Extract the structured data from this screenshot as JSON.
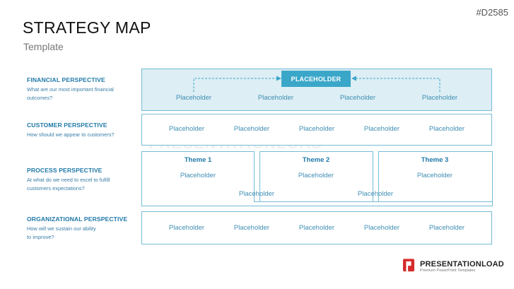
{
  "slide_id": "#D2585",
  "title": "STRATEGY MAP",
  "subtitle": "Template",
  "rows": {
    "financial": {
      "heading": "FINANCIAL PERSPECTIVE",
      "desc": [
        "What are our most important financial",
        "outcomes?"
      ]
    },
    "customer": {
      "heading": "CUSTOMER PERSPECTIVE",
      "desc": [
        "How should we appear to customers?"
      ]
    },
    "process": {
      "heading": "PROCESS PERSPECTIVE",
      "desc": [
        "At what do we need to excel to fulfill",
        "customers expectations?"
      ]
    },
    "organizational": {
      "heading": "ORGANIZATIONAL PERSPECTIVE",
      "desc": [
        "How will we sustain our ability",
        "to improve?"
      ]
    }
  },
  "financial_box": {
    "top_label": "PLACEHOLDER",
    "items": [
      "Placeholder",
      "Placeholder",
      "Placeholder",
      "Placeholder"
    ]
  },
  "customer_box": {
    "items": [
      "Placeholder",
      "Placeholder",
      "Placeholder",
      "Placeholder",
      "Placeholder"
    ]
  },
  "process_box": {
    "themes": [
      {
        "title": "Theme 1",
        "item": "Placeholder"
      },
      {
        "title": "Theme 2",
        "item": "Placeholder"
      },
      {
        "title": "Theme 3",
        "item": "Placeholder"
      }
    ],
    "shared": [
      "Placeholder",
      "Placeholder"
    ]
  },
  "org_box": {
    "items": [
      "Placeholder",
      "Placeholder",
      "Placeholder",
      "Placeholder",
      "Placeholder"
    ]
  },
  "watermark": "PRESENTATIONLOAD",
  "logo": {
    "name": "PRESENTATIONLOAD",
    "tagline": "Premium PowerPoint Templates"
  },
  "colors": {
    "accent": "#3aa7c9",
    "text_blue": "#2079a8",
    "border": "#74bbd6",
    "fill": "#ddeef4"
  }
}
